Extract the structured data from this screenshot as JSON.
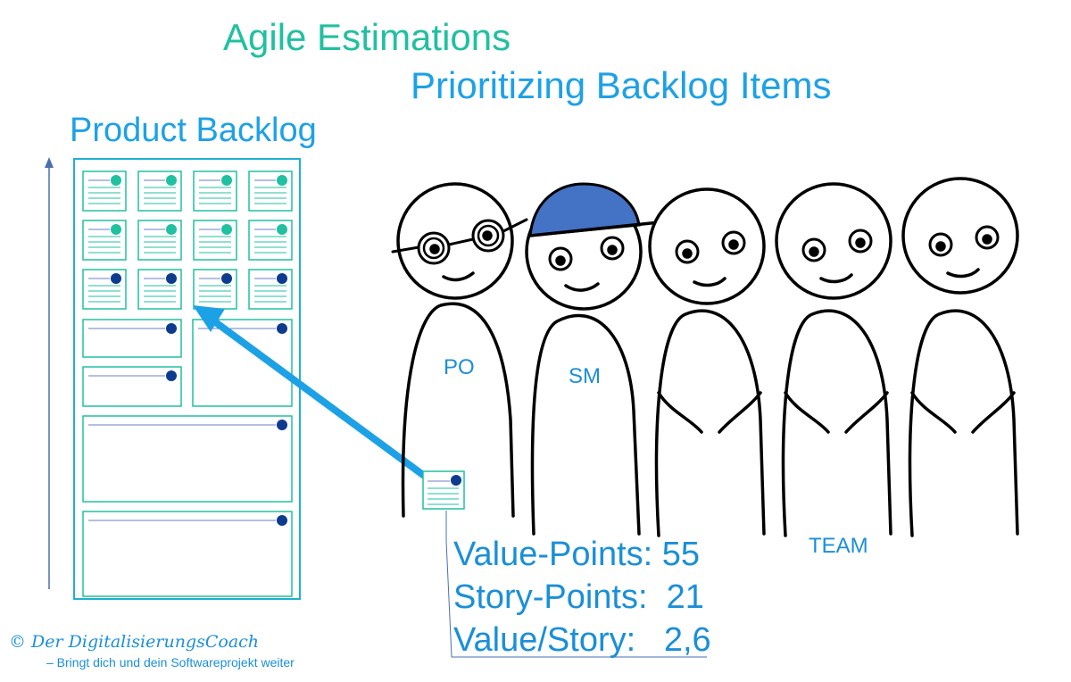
{
  "title": "Agile Estimations",
  "subtitle": "Prioritizing Backlog Items",
  "backlog": {
    "label": "Product Backlog"
  },
  "roles": {
    "po": "PO",
    "sm": "SM",
    "team": "TEAM"
  },
  "metrics": [
    "Value-Points: 55",
    "Story-Points:  21",
    "Value/Story:   2,6"
  ],
  "footer": {
    "brand": "© Der DigitalisierungsCoach",
    "tagline": "– Bringt dich und dein Softwareprojekt weiter"
  },
  "colors": {
    "teal": "#20c0a0",
    "blue": "#1da1e6",
    "navy": "#0d3b8e",
    "cap": "#4472c4"
  }
}
